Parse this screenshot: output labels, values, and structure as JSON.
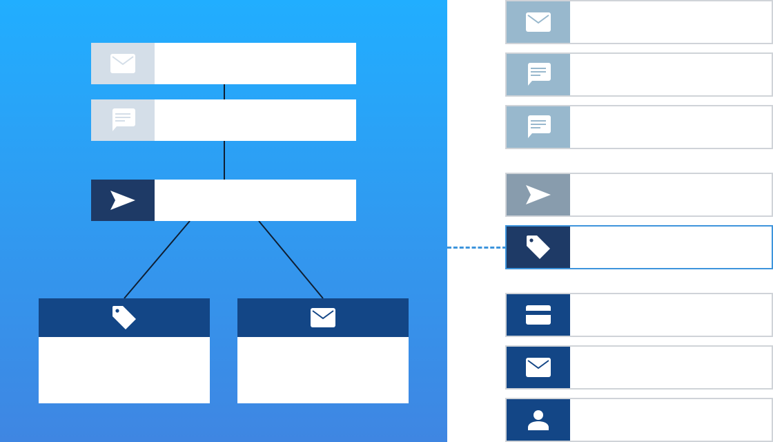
{
  "colors": {
    "panel_top": "#21aeff",
    "panel_bottom": "#3f86e2",
    "tile_light": "#d4dee8",
    "tile_muted": "#98b8cd",
    "tile_gray": "#889cad",
    "tile_dark": "#1e3a66",
    "tile_navy": "#134686",
    "selection": "#3d94dc",
    "row_border": "#cfd3d8"
  },
  "flow": {
    "nodes": [
      {
        "id": "email-node",
        "icon": "envelope-icon"
      },
      {
        "id": "message-node",
        "icon": "chat-icon"
      },
      {
        "id": "send-node",
        "icon": "send-icon"
      }
    ],
    "branches": [
      {
        "id": "tag-branch",
        "icon": "tag-icon"
      },
      {
        "id": "email-branch",
        "icon": "envelope-icon"
      }
    ]
  },
  "palette": [
    {
      "icon": "envelope-icon",
      "tone": "muted"
    },
    {
      "icon": "chat-icon",
      "tone": "muted"
    },
    {
      "icon": "chat-icon",
      "tone": "muted"
    },
    {
      "icon": "send-icon",
      "tone": "gray"
    },
    {
      "icon": "tag-icon",
      "tone": "dark",
      "selected": true
    },
    {
      "icon": "card-icon",
      "tone": "navy"
    },
    {
      "icon": "envelope-icon",
      "tone": "navy"
    },
    {
      "icon": "person-icon",
      "tone": "navy"
    }
  ]
}
